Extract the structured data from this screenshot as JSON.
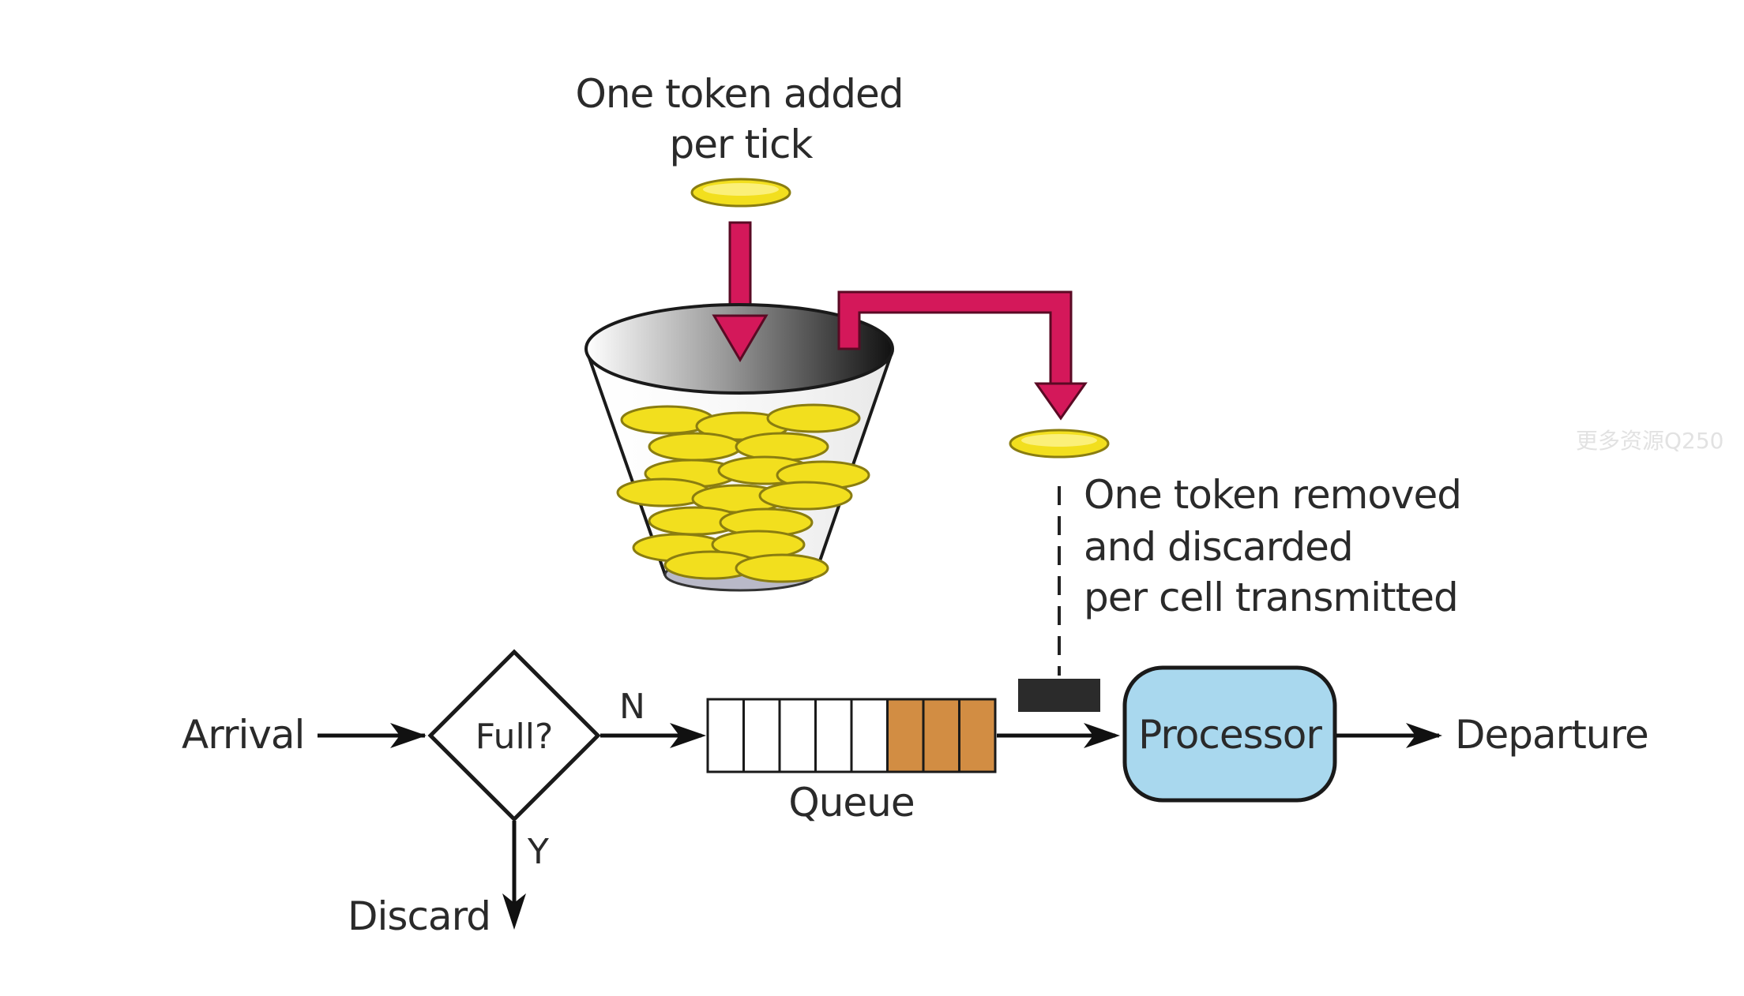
{
  "labels": {
    "token_added_line1": "One token added",
    "token_added_line2": "per tick",
    "token_removed_line1": "One token removed",
    "token_removed_line2": "and discarded",
    "token_removed_line3": "per cell transmitted",
    "arrival": "Arrival",
    "decision": "Full?",
    "branch_no": "N",
    "branch_yes": "Y",
    "discard": "Discard",
    "queue": "Queue",
    "processor": "Processor",
    "departure": "Departure"
  },
  "watermark": "更多资源Q250",
  "colors": {
    "token_fill": "#f2df1e",
    "token_stroke": "#8a7d10",
    "arrow_pink": "#d4185a",
    "processor_fill": "#a9d8ee",
    "queue_filled": "#d28d43",
    "cell_marker": "#2b2b2b"
  },
  "queue": {
    "total_slots": 8,
    "filled_slots": 3
  }
}
